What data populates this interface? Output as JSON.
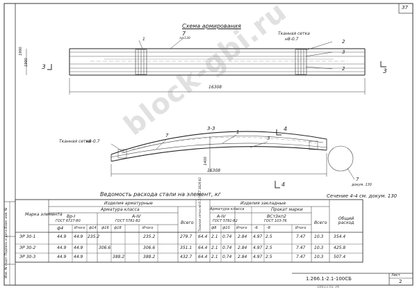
{
  "page_number": "37",
  "scheme_title": "Схема армирования",
  "plan": {
    "mesh_label": "Тканная сетка",
    "mesh_spec": "н8-0.7",
    "ref_top": "7",
    "ref_top_sub": "лл 130",
    "pos1": "1",
    "pos2": "2",
    "pos3": "3",
    "dim_width_a": "1990",
    "dim_width_b": "1990",
    "length": "16308",
    "section_left": "3",
    "section_right": "3"
  },
  "elevation": {
    "mesh_label": "Тканная сетка",
    "mesh_spec": "н8-0.7",
    "section_label": "3-3",
    "pos7": "7",
    "pos1": "1",
    "pos3": "3",
    "height": "1400",
    "length": "16308",
    "section4": "4",
    "detail_ref": "7",
    "detail_doc": "докум. 130"
  },
  "table_title": "Ведомость расхода стали на элемент, кг",
  "section_caption": "Сечение 4-4 см. докум. 130",
  "table": {
    "col_mark": "Марка элемента",
    "grp_rebar": "Изделия арматурные",
    "grp_class": "Арматура класса",
    "bp1": "Вр-I",
    "aiv": "А-IV",
    "gost_bp": "ГОСТ 6727-80",
    "gost_a": "ГОСТ 5781-82",
    "d4": "ф4",
    "total": "Итого",
    "d14": "ф14",
    "d16": "ф16",
    "d18": "ф18",
    "col_all": "Всего",
    "mesh_vert": "Тканная сетка н8-0.7 ГОСТ 3826-82",
    "grp_embedded": "Изделия закладные",
    "emb_class": "Арматура класса",
    "emb_a4": "А-IV",
    "emb_gost": "ГОСТ 5781-82",
    "d8": "ф8",
    "d10": "ф10",
    "rolled": "Прокат марки",
    "vst": "ВСт3кп2",
    "gost_rolled": "ГОСТ 103-76",
    "thick1": "-6",
    "thick2": "-8",
    "col_total_use": "Общий расход",
    "rows": [
      {
        "mark": "ЭР 30-1",
        "c1": "44.9",
        "c2": "44.9",
        "c3": "235.2",
        "c4": "",
        "c5": "",
        "c6": "235.2",
        "c7": "279.7",
        "c8": "64.4",
        "c9": "2.1",
        "c10": "0.74",
        "c11": "2.84",
        "c12": "4.97",
        "c13": "2.5",
        "c14": "7.47",
        "c15": "10.3",
        "c16": "354.4"
      },
      {
        "mark": "ЭР 30-2",
        "c1": "44.9",
        "c2": "44.9",
        "c3": "",
        "c4": "306.6",
        "c5": "",
        "c6": "306.6",
        "c7": "351.1",
        "c8": "64.4",
        "c9": "2.1",
        "c10": "0.74",
        "c11": "2.84",
        "c12": "4.97",
        "c13": "2.5",
        "c14": "7.47",
        "c15": "10.3",
        "c16": "425.8"
      },
      {
        "mark": "ЭР 30-3",
        "c1": "44.9",
        "c2": "44.9",
        "c3": "",
        "c4": "",
        "c5": "388.2",
        "c6": "388.2",
        "c7": "432.7",
        "c8": "64.4",
        "c9": "2.1",
        "c10": "0.74",
        "c11": "2.84",
        "c12": "4.97",
        "c13": "2.5",
        "c14": "7.47",
        "c15": "10.3",
        "c16": "507.4"
      }
    ]
  },
  "side_stamp": "Инв. № подл.  Подпись и дата  Взам. инв. №",
  "doc_code": "1.266.1-2.1-100СБ",
  "sheet_label": "Лист",
  "sheet_no": "2",
  "bottom_code": "18833-01 34",
  "watermark": "block-gbi.ru"
}
